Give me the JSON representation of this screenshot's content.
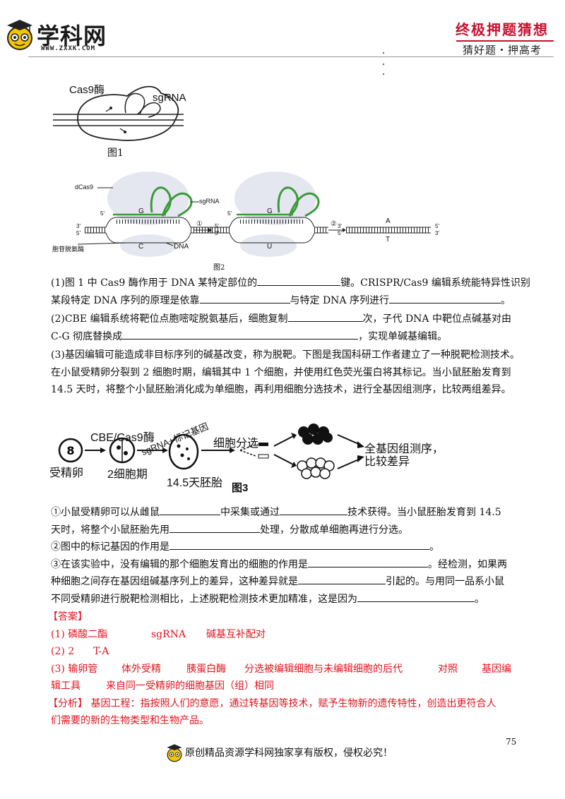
{
  "header": {
    "logo_text": "学科网",
    "logo_url": "WWW.ZXXK.COM",
    "slogan_main": "终极押题猜想",
    "slogan_sub": "猜好题・押高考"
  },
  "figure1": {
    "enzyme_label": "Cas9酶",
    "rna_label": "sgRNA",
    "caption": "图1"
  },
  "figure2": {
    "dcas9": "dCas9",
    "sgrna": "sgRNA",
    "deaminase": "胞苷脱氨酶",
    "dna": "DNA",
    "base_g": "G",
    "base_c": "C",
    "base_u": "U",
    "base_a": "A",
    "base_t": "T",
    "step1": "①",
    "step2": "②",
    "p5": "5'",
    "p3": "3'",
    "caption": "图2"
  },
  "q1": {
    "l1a": "(1)图 1 中 Cas9 酶作用于 DNA 某特定部位的",
    "l1b": "键。CRISPR/Cas9 编辑系统能特异性识别",
    "l2a": "某段特定 DNA 序列的原理是依靠",
    "l2b": "与特定 DNA 序列进行",
    "l2c": "。"
  },
  "q2": {
    "l1a": "(2)CBE 编辑系统将靶位点胞嘧啶脱氨基后，细胞复制",
    "l1b": "次，子代 DNA 中靶位点碱基对由",
    "l2a": "C-G 彻底替换成",
    "l2b": "，实现单碱基编辑。"
  },
  "q3": {
    "l1": "(3)基因编辑可能造成非目标序列的碱基改变，称为脱靶。下图是我国科研工作者建立了一种脱靶检测技术。",
    "l2": "在小鼠受精卵分裂到 2 细胞时期，编辑其中 1 个细胞，并使用红色荧光蛋白将其标记。当小鼠胚胎发育到",
    "l3": "14.5 天时，将整个小鼠胚胎消化成为单细胞，再利用细胞分选技术，进行全基因组测序，比较两组差异。"
  },
  "figure3": {
    "egg": "受精卵",
    "cbe": "CBE/Cas9酶",
    "sg": "sgRNA+标记基因",
    "two_cell": "2细胞期",
    "embryo": "14.5天胚胎",
    "sort": "细胞分选",
    "seq1": "全基因组测序，",
    "seq2": "比较差异",
    "caption": "图3"
  },
  "sub": {
    "a1": "①小鼠受精卵可以从雌鼠",
    "a2": "中采集或通过",
    "a3": "技术获得。当小鼠胚胎发育到 14.5",
    "a4": "天时，将整个小鼠胚胎先用",
    "a5": "处理，分散成单细胞再进行分选。",
    "b1": "②图中的标记基因的作用是",
    "b2": "。",
    "c1": "③在该实验中，没有编辑的那个细胞发育出的细胞的作用是",
    "c2": "。经检测，如果两",
    "c3": "种细胞之间存在基因组碱基序列上的差异，这种差异就是",
    "c4": "引起的。与用同一品系小鼠",
    "c5": "不同受精卵进行脱靶检测相比，上述脱靶检测技术更加精准，这是因为",
    "c6": "。"
  },
  "answer": {
    "title": "【答案】",
    "r1": [
      "(1)  磷酸二酯",
      "sgRNA",
      "碱基互补配对"
    ],
    "r2": [
      "(2) 2",
      "T-A"
    ],
    "r3": [
      "(3)  输卵管",
      "体外受精",
      "胰蛋白酶",
      "分选被编辑细胞与未编辑细胞的后代",
      "对照",
      "基因编"
    ],
    "r4": [
      "辑工具",
      "来自同一受精卵的细胞基因（组）相同"
    ],
    "analysis_l1": "【分析】   基因工程：指按照人们的意愿，通过转基因等技术，赋予生物新的遗传特性，创造出更符合人",
    "analysis_l2": "们需要的新的生物类型和生物产品。"
  },
  "footer": {
    "page_number": "75",
    "copyright": "原创精品资源学科网独家享有版权，侵权必究！"
  }
}
